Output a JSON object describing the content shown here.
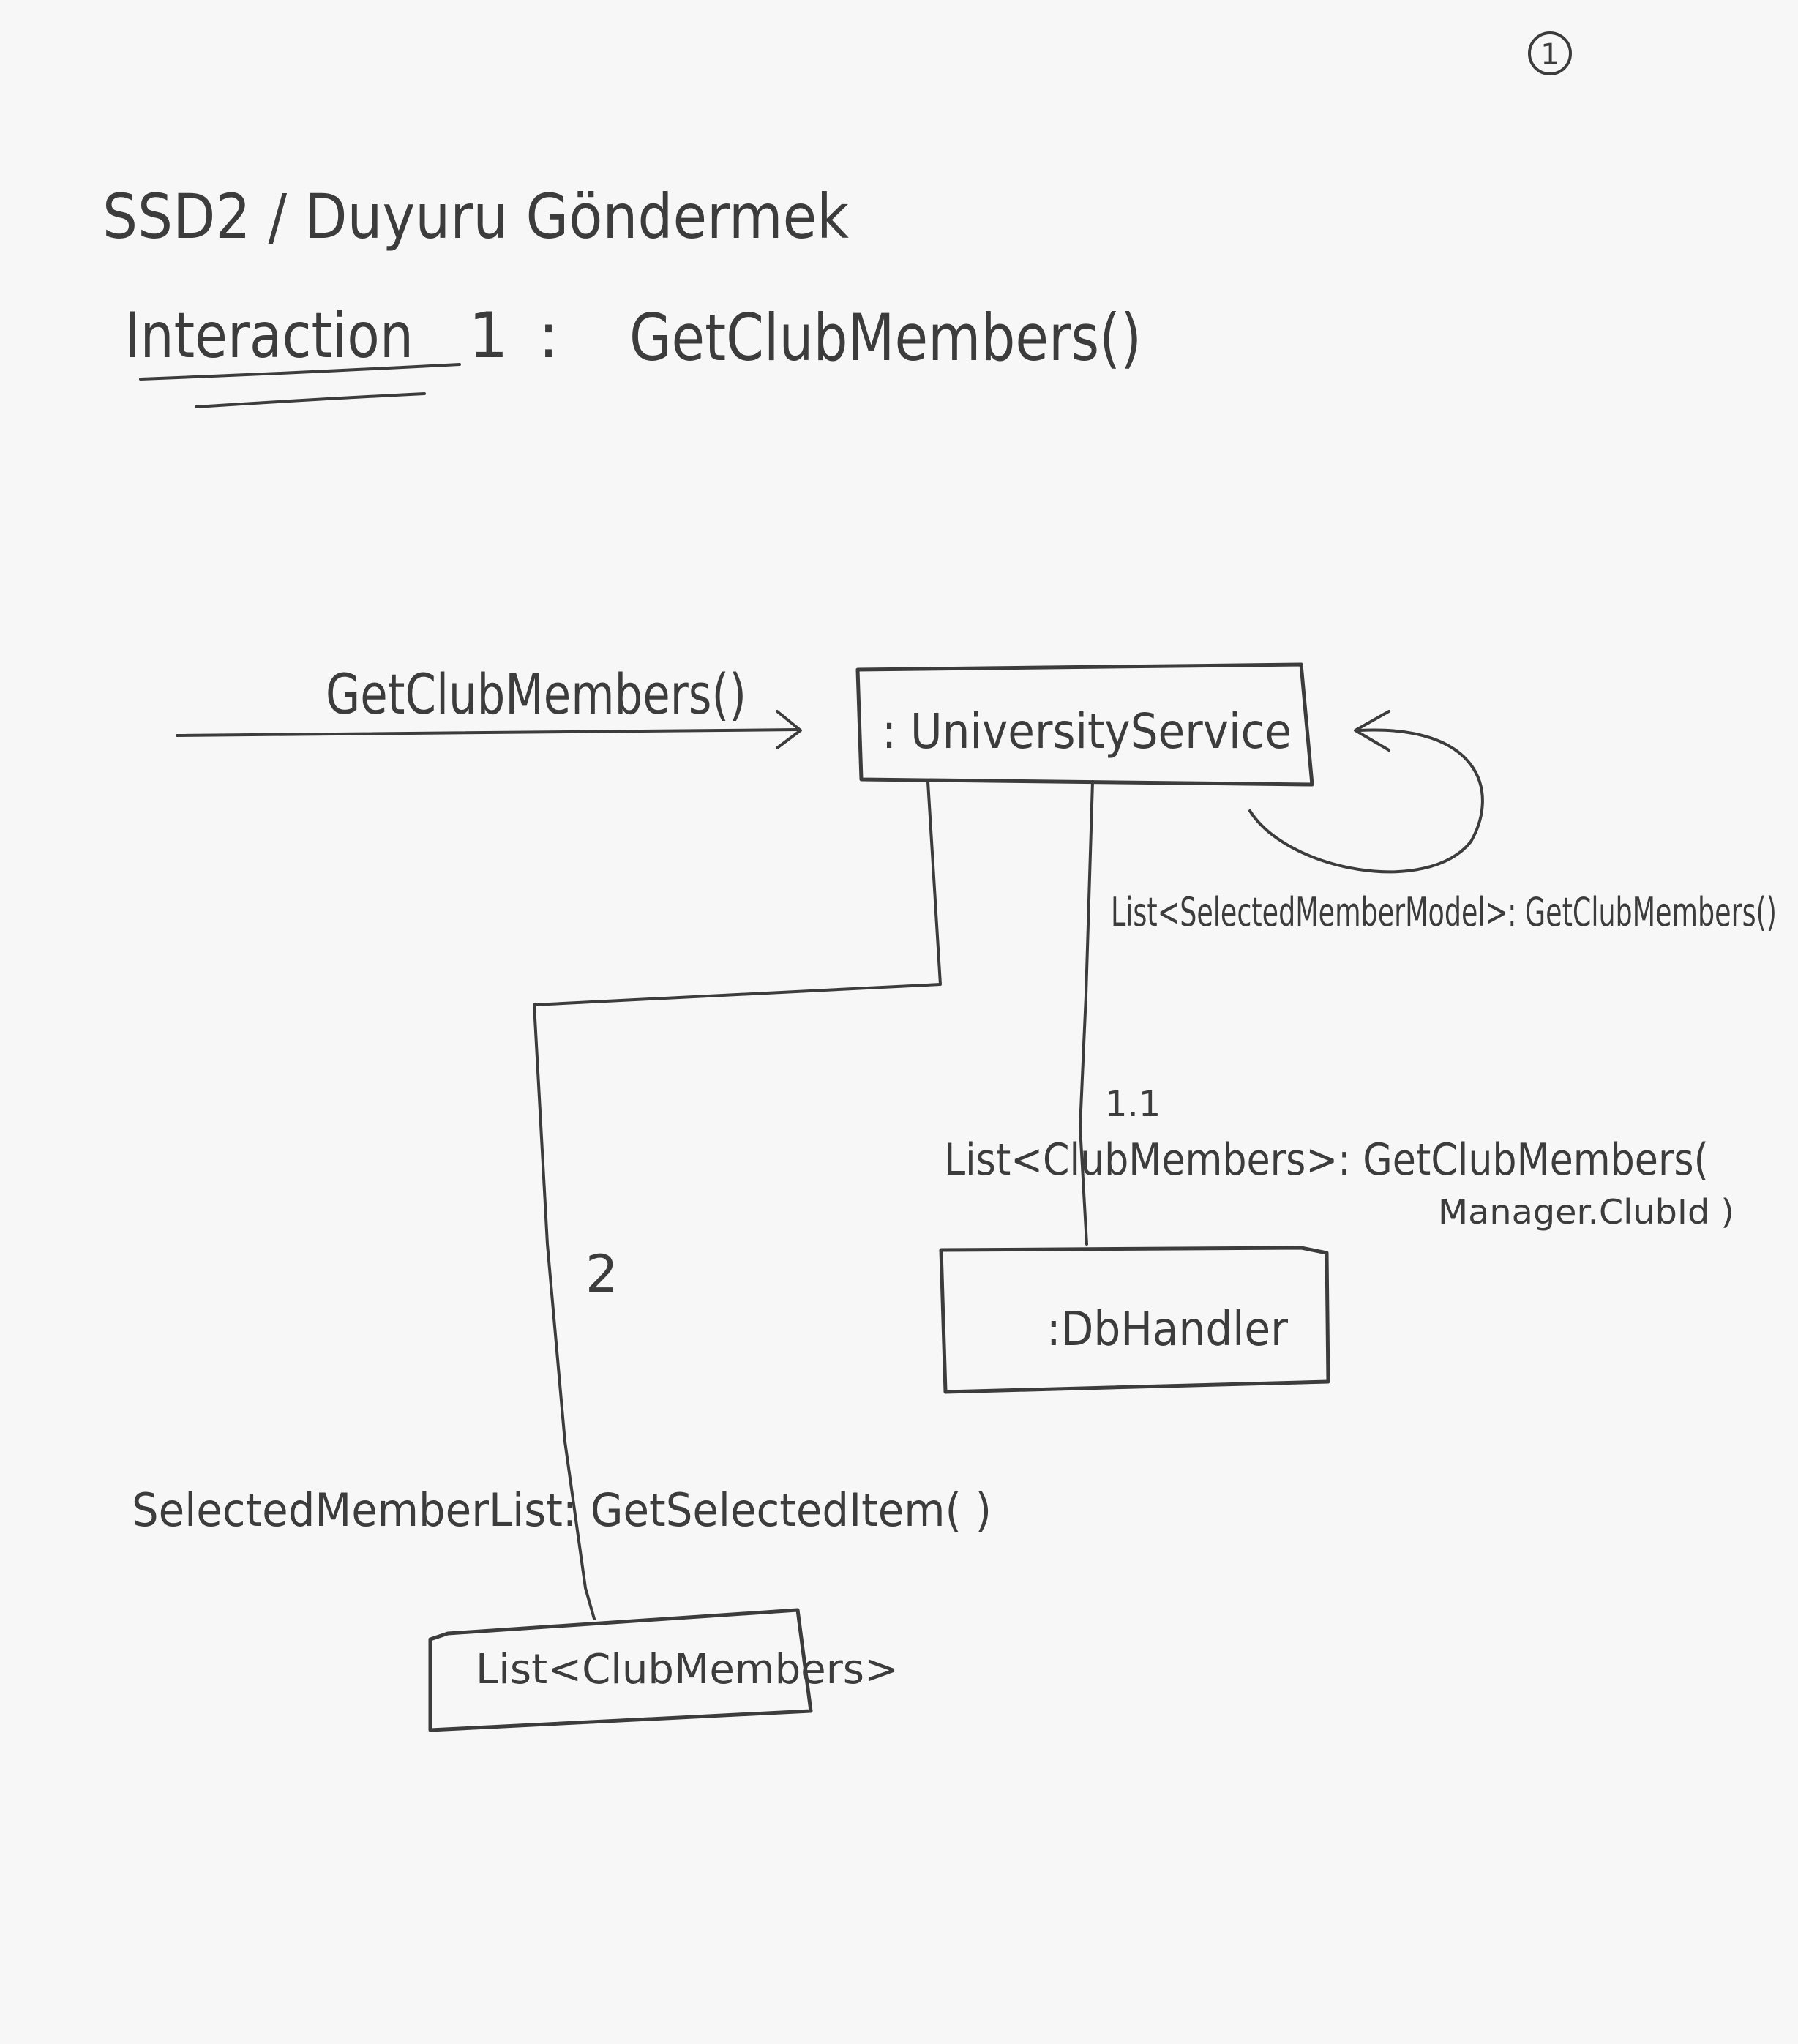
{
  "page_number": "1",
  "title": "SSD2 / Duyuru Göndermek",
  "interaction": {
    "label": "Interaction",
    "number": "1",
    "separator": ":",
    "message": "GetClubMembers()"
  },
  "incoming_message": "GetClubMembers()",
  "objects": {
    "university_service": ": UniversityService",
    "db_handler": ":DbHandler",
    "member_list": "List<ClubMembers>"
  },
  "messages": {
    "self_call": "List<SelectedMemberModel>: GetClubMembers()",
    "db_call_number": "1.1",
    "db_call": "List<ClubMembers>: GetClubMembers(",
    "db_call_arg": "Manager.ClubId )",
    "list_call_number": "2",
    "list_call": "SelectedMemberList: GetSelectedItem( )"
  }
}
